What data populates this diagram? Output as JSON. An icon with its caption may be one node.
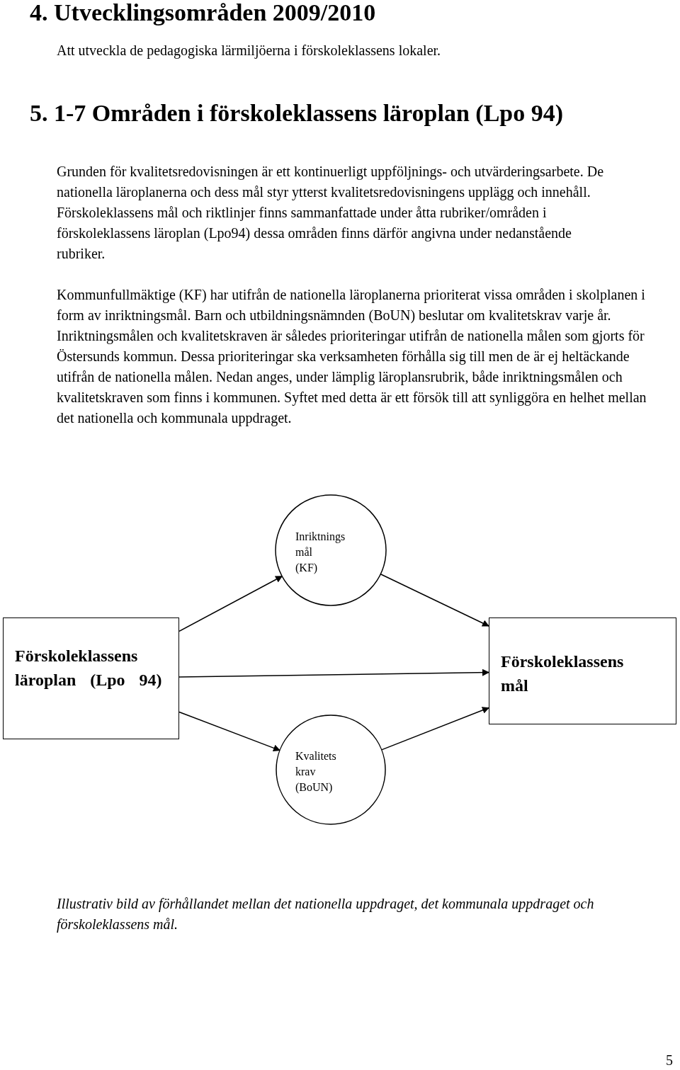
{
  "diagram": {
    "caption": "Illustrativ bild av förhållandet mellan det nationella uppdraget, det kommunala uppdraget och förskoleklassens mål.",
    "nodes": [
      {
        "text": [
          "Inriktnings mål (KF)"
        ]
      },
      {
        "text": [
          "Förskoleklassens läroplan (Lpo 94)"
        ]
      },
      {
        "text": [
          "Förskoleklassens mål"
        ]
      },
      {
        "text": [
          "Kvalitets krav (BoUN)"
        ]
      }
    ],
    "edges": [
      {
        "from": 1,
        "to": 0,
        "arrow": "to"
      },
      {
        "from": 0,
        "to": 2,
        "arrow": "to"
      },
      {
        "from": 1,
        "to": 2,
        "arrow": "to"
      },
      {
        "from": 1,
        "to": 3,
        "arrow": "to"
      },
      {
        "from": 3,
        "to": 2,
        "arrow": "to"
      }
    ],
    "labels": [
      "4. Utvecklingsområden 2009/2010",
      "Att utveckla de pedagogiska lärmiljöerna i förskoleklassens lokaler.",
      "5. 1-7 Områden i förskoleklassens läroplan (Lpo 94)",
      "Grunden för kvalitetsredovisningen är ett kontinuerligt uppföljnings- och utvärderingsarbete. De nationella läroplanerna och dess mål styr ytterst kvalitetsredovisningens upplägg och innehåll. Förskoleklassens mål och riktlinjer finns sammanfattade under åtta rubriker/områden i förskoleklassens läroplan (Lpo94) dessa områden finns därför angivna under nedanstående rubriker.",
      "Kommunfullmäktige (KF) har utifrån de nationella läroplanerna prioriterat vissa områden i skolplanen i form av inriktningsmål. Barn och utbildningsnämnden (BoUN) beslutar om kvalitetskrav varje år. Inriktningsmålen och kvalitetskraven är således prioriteringar utifrån de nationella målen som gjorts för Östersunds kommun. Dessa prioriteringar ska verksamheten förhålla sig till men de är ej heltäckande utifrån de nationella målen. Nedan anges, under lämplig läroplansrubrik, både inriktningsmålen och kvalitetskraven som finns i kommunen. Syftet med detta är ett försök till att synliggöra en helhet mellan det nationella och kommunala uppdraget.",
      "5"
    ]
  }
}
